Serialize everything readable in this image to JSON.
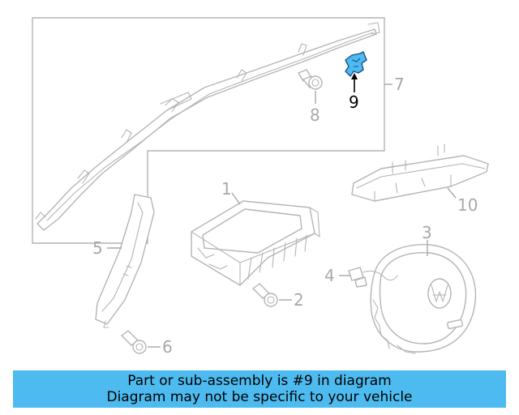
{
  "diagram": {
    "callouts": [
      "1",
      "2",
      "3",
      "4",
      "5",
      "6",
      "7",
      "8",
      "9",
      "10"
    ],
    "highlighted_part": "9",
    "highlight_color": "#4dbbf0",
    "line_color": "#b4b4b4"
  },
  "banner": {
    "line1": "Part or sub-assembly is #9 in diagram",
    "line2": "Diagram may not be specific to your vehicle",
    "background": "#4dbbf0"
  }
}
